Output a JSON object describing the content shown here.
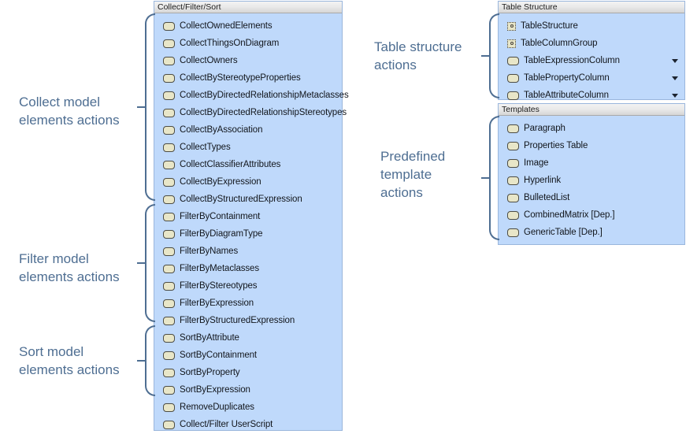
{
  "panels": [
    {
      "id": "collect-filter-sort",
      "title": "Collect/Filter/Sort",
      "items": [
        {
          "label": "CollectOwnedElements",
          "icon": "action-icon",
          "caret": false
        },
        {
          "label": "CollectThingsOnDiagram",
          "icon": "action-icon",
          "caret": false
        },
        {
          "label": "CollectOwners",
          "icon": "action-icon",
          "caret": false
        },
        {
          "label": "CollectByStereotypeProperties",
          "icon": "action-icon",
          "caret": false
        },
        {
          "label": "CollectByDirectedRelationshipMetaclasses",
          "icon": "action-icon",
          "caret": false
        },
        {
          "label": "CollectByDirectedRelationshipStereotypes",
          "icon": "action-icon",
          "caret": false
        },
        {
          "label": "CollectByAssociation",
          "icon": "action-icon",
          "caret": false
        },
        {
          "label": "CollectTypes",
          "icon": "action-icon",
          "caret": false
        },
        {
          "label": "CollectClassifierAttributes",
          "icon": "action-icon",
          "caret": false
        },
        {
          "label": "CollectByExpression",
          "icon": "action-icon",
          "caret": false
        },
        {
          "label": "CollectByStructuredExpression",
          "icon": "action-icon",
          "caret": false
        },
        {
          "label": "FilterByContainment",
          "icon": "action-icon",
          "caret": false
        },
        {
          "label": "FilterByDiagramType",
          "icon": "action-icon",
          "caret": false
        },
        {
          "label": "FilterByNames",
          "icon": "action-icon",
          "caret": false
        },
        {
          "label": "FilterByMetaclasses",
          "icon": "action-icon",
          "caret": false
        },
        {
          "label": "FilterByStereotypes",
          "icon": "action-icon",
          "caret": false
        },
        {
          "label": "FilterByExpression",
          "icon": "action-icon",
          "caret": false
        },
        {
          "label": "FilterByStructuredExpression",
          "icon": "action-icon",
          "caret": false
        },
        {
          "label": "SortByAttribute",
          "icon": "action-icon",
          "caret": false
        },
        {
          "label": "SortByContainment",
          "icon": "action-icon",
          "caret": false
        },
        {
          "label": "SortByProperty",
          "icon": "action-icon",
          "caret": false
        },
        {
          "label": "SortByExpression",
          "icon": "action-icon",
          "caret": false
        },
        {
          "label": "RemoveDuplicates",
          "icon": "action-icon",
          "caret": false
        },
        {
          "label": "Collect/Filter UserScript",
          "icon": "action-icon",
          "caret": false
        }
      ]
    },
    {
      "id": "table-structure",
      "title": "Table Structure",
      "items": [
        {
          "label": "TableStructure",
          "icon": "structure-icon",
          "caret": false
        },
        {
          "label": "TableColumnGroup",
          "icon": "structure-icon",
          "caret": false
        },
        {
          "label": "TableExpressionColumn",
          "icon": "action-icon",
          "caret": true
        },
        {
          "label": "TablePropertyColumn",
          "icon": "action-icon",
          "caret": true
        },
        {
          "label": "TableAttributeColumn",
          "icon": "action-icon",
          "caret": true
        }
      ]
    },
    {
      "id": "templates",
      "title": "Templates",
      "items": [
        {
          "label": "Paragraph",
          "icon": "action-icon",
          "caret": false
        },
        {
          "label": "Properties Table",
          "icon": "action-icon",
          "caret": false
        },
        {
          "label": "Image",
          "icon": "action-icon",
          "caret": false
        },
        {
          "label": "Hyperlink",
          "icon": "action-icon",
          "caret": false
        },
        {
          "label": "BulletedList",
          "icon": "action-icon",
          "caret": false
        },
        {
          "label": "CombinedMatrix [Dep.]",
          "icon": "action-icon",
          "caret": false
        },
        {
          "label": "GenericTable [Dep.]",
          "icon": "action-icon",
          "caret": false
        }
      ]
    }
  ],
  "annotations": [
    {
      "id": "collect",
      "text": "Collect model\nelements actions"
    },
    {
      "id": "filter",
      "text": "Filter model\nelements actions"
    },
    {
      "id": "sort",
      "text": "Sort model\nelements actions"
    },
    {
      "id": "table",
      "text": "Table structure\nactions"
    },
    {
      "id": "template",
      "text": "Predefined\ntemplate\nactions"
    }
  ],
  "colors": {
    "panel_background": "#bfd9fb",
    "panel_border": "#9ab6dc",
    "annotation_text": "#4e6e92",
    "icon_fill": "#e8e6c8",
    "icon_border": "#4d4d45",
    "item_text": "#12161c"
  }
}
